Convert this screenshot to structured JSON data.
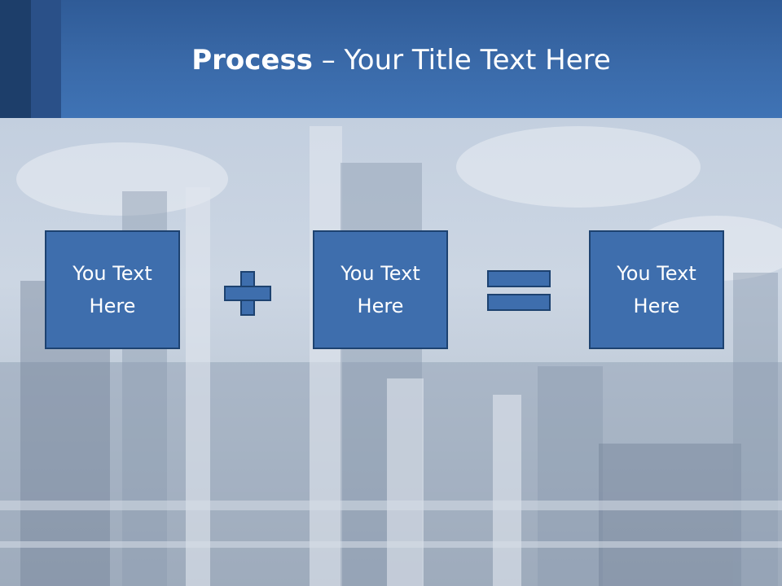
{
  "slide": {
    "title_bold": "Process",
    "title_rest": " – Your Title Text Here"
  },
  "boxes": [
    {
      "text": "You Text Here"
    },
    {
      "text": "You Text Here"
    },
    {
      "text": "You Text Here"
    }
  ],
  "operators": [
    "plus",
    "equals"
  ],
  "colors": {
    "header": "#3a6aa9",
    "box_fill": "#3e6ead",
    "box_border": "#1d4270",
    "text": "#ffffff"
  }
}
